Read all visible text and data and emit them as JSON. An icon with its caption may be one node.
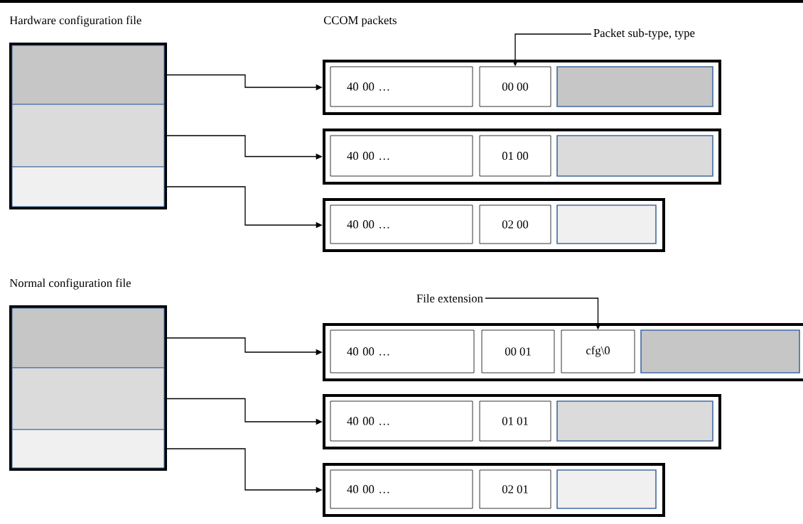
{
  "diagram": {
    "nodes": [
      {
        "text": [
          "Hardware configuration file"
        ]
      },
      {
        "text": [],
        "shape": "box",
        "in": 0
      },
      {
        "text": [],
        "shape": "box",
        "in": 0
      },
      {
        "text": [],
        "shape": "box",
        "in": 0
      },
      {
        "text": [],
        "shape": "box"
      },
      {
        "text": [
          "40 00 …"
        ],
        "in": 4
      },
      {
        "text": [
          "00 00"
        ],
        "in": 4
      },
      {
        "text": [],
        "shape": "box",
        "in": 4
      },
      {
        "text": [],
        "shape": "box"
      },
      {
        "text": [
          "40 00 …"
        ],
        "in": 8
      },
      {
        "text": [
          "01 00"
        ],
        "in": 8
      },
      {
        "text": [],
        "shape": "box",
        "in": 8
      },
      {
        "text": [],
        "shape": "box"
      },
      {
        "text": [
          "40 00 …"
        ],
        "in": 12
      },
      {
        "text": [
          "02 00"
        ],
        "in": 12
      },
      {
        "text": [],
        "shape": "box",
        "in": 12
      },
      {
        "text": [
          "Packet sub-type, type"
        ]
      },
      {
        "text": [
          "Normal configuration file"
        ]
      },
      {
        "text": [],
        "shape": "box",
        "in": 17
      },
      {
        "text": [],
        "shape": "box",
        "in": 17
      },
      {
        "text": [],
        "shape": "box",
        "in": 17
      },
      {
        "text": [],
        "shape": "box"
      },
      {
        "text": [
          "40 00 …"
        ],
        "in": 21
      },
      {
        "text": [
          "00 01"
        ],
        "in": 21
      },
      {
        "text": [
          "cfg\\0"
        ],
        "in": 21
      },
      {
        "text": [],
        "shape": "box",
        "in": 21
      },
      {
        "text": [],
        "shape": "box"
      },
      {
        "text": [
          "40 00 …"
        ],
        "in": 26
      },
      {
        "text": [
          "01 01"
        ],
        "in": 26
      },
      {
        "text": [],
        "shape": "box",
        "in": 26
      },
      {
        "text": [],
        "shape": "box"
      },
      {
        "text": [
          "40 00 …"
        ],
        "in": 30
      },
      {
        "text": [
          "02 01"
        ],
        "in": 30
      },
      {
        "text": [],
        "shape": "box",
        "in": 30
      },
      {
        "text": [
          "File extension"
        ]
      }
    ],
    "edges": [
      {
        "from": 1,
        "to": 4,
        "arrow": "to"
      },
      {
        "from": 2,
        "to": 8,
        "arrow": "to"
      },
      {
        "from": 3,
        "to": 12,
        "arrow": "to"
      },
      {
        "from": 16,
        "to": 6,
        "arrow": "to"
      },
      {
        "from": 18,
        "to": 21,
        "arrow": "to"
      },
      {
        "from": 19,
        "to": 26,
        "arrow": "to"
      },
      {
        "from": 20,
        "to": 30,
        "arrow": "to"
      },
      {
        "from": 34,
        "to": 24,
        "arrow": "to"
      }
    ],
    "labels": [
      "CCOM packets"
    ]
  }
}
